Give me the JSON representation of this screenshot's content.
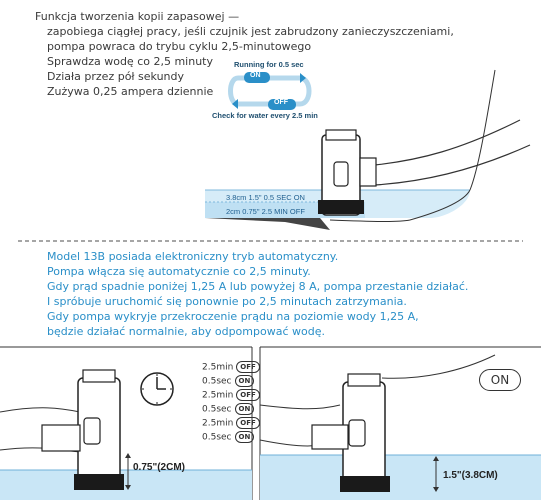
{
  "top_text": {
    "title": "Funkcja tworzenia kopii zapasowej —",
    "line2": "zapobiega ciągłej pracy, jeśli czujnik jest zabrudzony zanieczyszczeniami,",
    "line3": "pompa powraca do trybu cyklu 2,5-minutowego",
    "line4": "Sprawdza wodę co 2,5 minuty",
    "line5": "Działa przez pół sekundy",
    "line6": "Zużywa 0,25 ampera dziennie"
  },
  "cycle_diagram": {
    "running_label": "Running for 0.5 sec",
    "on_label": "ON",
    "off_label": "OFF",
    "check_label": "Check for water every 2.5 min"
  },
  "tank_labels": {
    "upper": "3.8cm 1.5\"  0.5 SEC  ON",
    "lower": "2cm 0.75\"  2.5 MIN  OFF"
  },
  "middle_text": {
    "line1": "Model 13B posiada elektroniczny tryb automatyczny.",
    "line2": "Pompa włącza się automatycznie co 2,5 minuty.",
    "line3": "Gdy prąd spadnie poniżej 1,25 A lub powyżej 8 A, pompa przestanie działać.",
    "line4": "I spróbuje uruchomić się ponownie po 2,5 minutach zatrzymania.",
    "line5": "Gdy pompa wykryje przekroczenie prądu na poziomie wody 1,25 A,",
    "line6": "będzie działać normalnie, aby odpompować wodę."
  },
  "timer_sequence": [
    {
      "time": "2.5min",
      "state": "OFF"
    },
    {
      "time": "0.5sec",
      "state": "ON"
    },
    {
      "time": "2.5min",
      "state": "OFF"
    },
    {
      "time": "0.5sec",
      "state": "ON"
    },
    {
      "time": "2.5min",
      "state": "OFF"
    },
    {
      "time": "0.5sec",
      "state": "ON"
    }
  ],
  "bottom_left": {
    "level_label": "0.75\"(2CM)"
  },
  "bottom_right": {
    "on_label": "ON",
    "level_label": "1.5\"(3.8CM)"
  },
  "colors": {
    "accent_blue": "#2a8fc8",
    "water_blue": "#bfe0f3"
  }
}
